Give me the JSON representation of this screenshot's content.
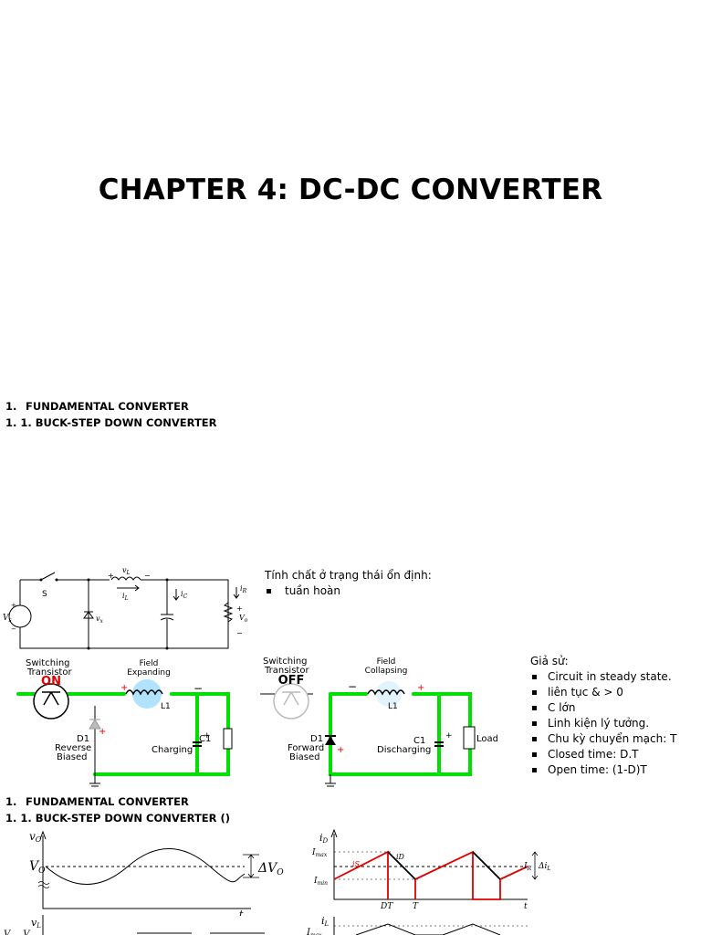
{
  "title": "CHAPTER 4: DC-DC CONVERTER",
  "section1": {
    "num": "1.",
    "label": "FUNDAMENTAL CONVERTER",
    "sub": "1. 1. BUCK-STEP DOWN CONVERTER"
  },
  "section2": {
    "num": "1.",
    "label": "FUNDAMENTAL CONVERTER",
    "sub": "1. 1. BUCK-STEP DOWN CONVERTER ()"
  },
  "properties": {
    "heading": "Tính chất ở trạng thái ổn định:",
    "items": [
      "tuần hoàn"
    ]
  },
  "assumptions": {
    "heading": "Giả sử:",
    "items": [
      "Circuit in steady state.",
      " liên tục & > 0",
      "C lớn",
      "Linh kiện lý tưởng.",
      "Chu kỳ chuyển mạch: T",
      "Closed time: D.T",
      "Open time: (1-D)T"
    ]
  },
  "schematic": {
    "switch": "S",
    "vL": "v",
    "vL_sub": "L",
    "iL": "i",
    "iL_sub": "L",
    "iC": "i",
    "iC_sub": "C",
    "iR": "i",
    "iR_sub": "R",
    "vs": "V",
    "vs_sub": "s",
    "vx": "v",
    "vx_sub": "x",
    "vo": "V",
    "vo_sub": "o"
  },
  "on_state": {
    "transistor": "Switching\nTransistor",
    "state": "ON",
    "field": "Field\nExpanding",
    "inductor": "L1",
    "diode": "D1",
    "diode_state": "Reverse\nBiased",
    "cap": "C1",
    "cap_state": "Charging"
  },
  "off_state": {
    "transistor": "Switching\nTransistor",
    "state": "OFF",
    "field": "Field\nCollapsing",
    "inductor": "L1",
    "diode": "D1",
    "diode_state": "Forward\nBiased",
    "cap": "C1",
    "cap_state": "Discharging",
    "load": "Load"
  },
  "waveform_vo": {
    "y_label": "v",
    "y_sub": "O",
    "level": "V",
    "level_sub": "O",
    "delta": "ΔV",
    "delta_sub": "O",
    "x_label": "t"
  },
  "waveform_i": {
    "y_label": "i",
    "y_sub": "D",
    "imax": "I",
    "imax_sub": "max",
    "imin": "I",
    "imin_sub": "min",
    "is": "iS",
    "idl": "iD",
    "ir": "I",
    "ir_sub": "R",
    "dil": "Δi",
    "dil_sub": "L",
    "dt": "DT",
    "t": "T",
    "x_label": "t"
  },
  "waveform_vl": {
    "y_label": "v",
    "y_sub": "L",
    "left_label": "V",
    "left_sub2": "V"
  },
  "waveform_il": {
    "y_label": "i",
    "y_sub": "L",
    "imax": "I",
    "imax_sub": "max"
  }
}
